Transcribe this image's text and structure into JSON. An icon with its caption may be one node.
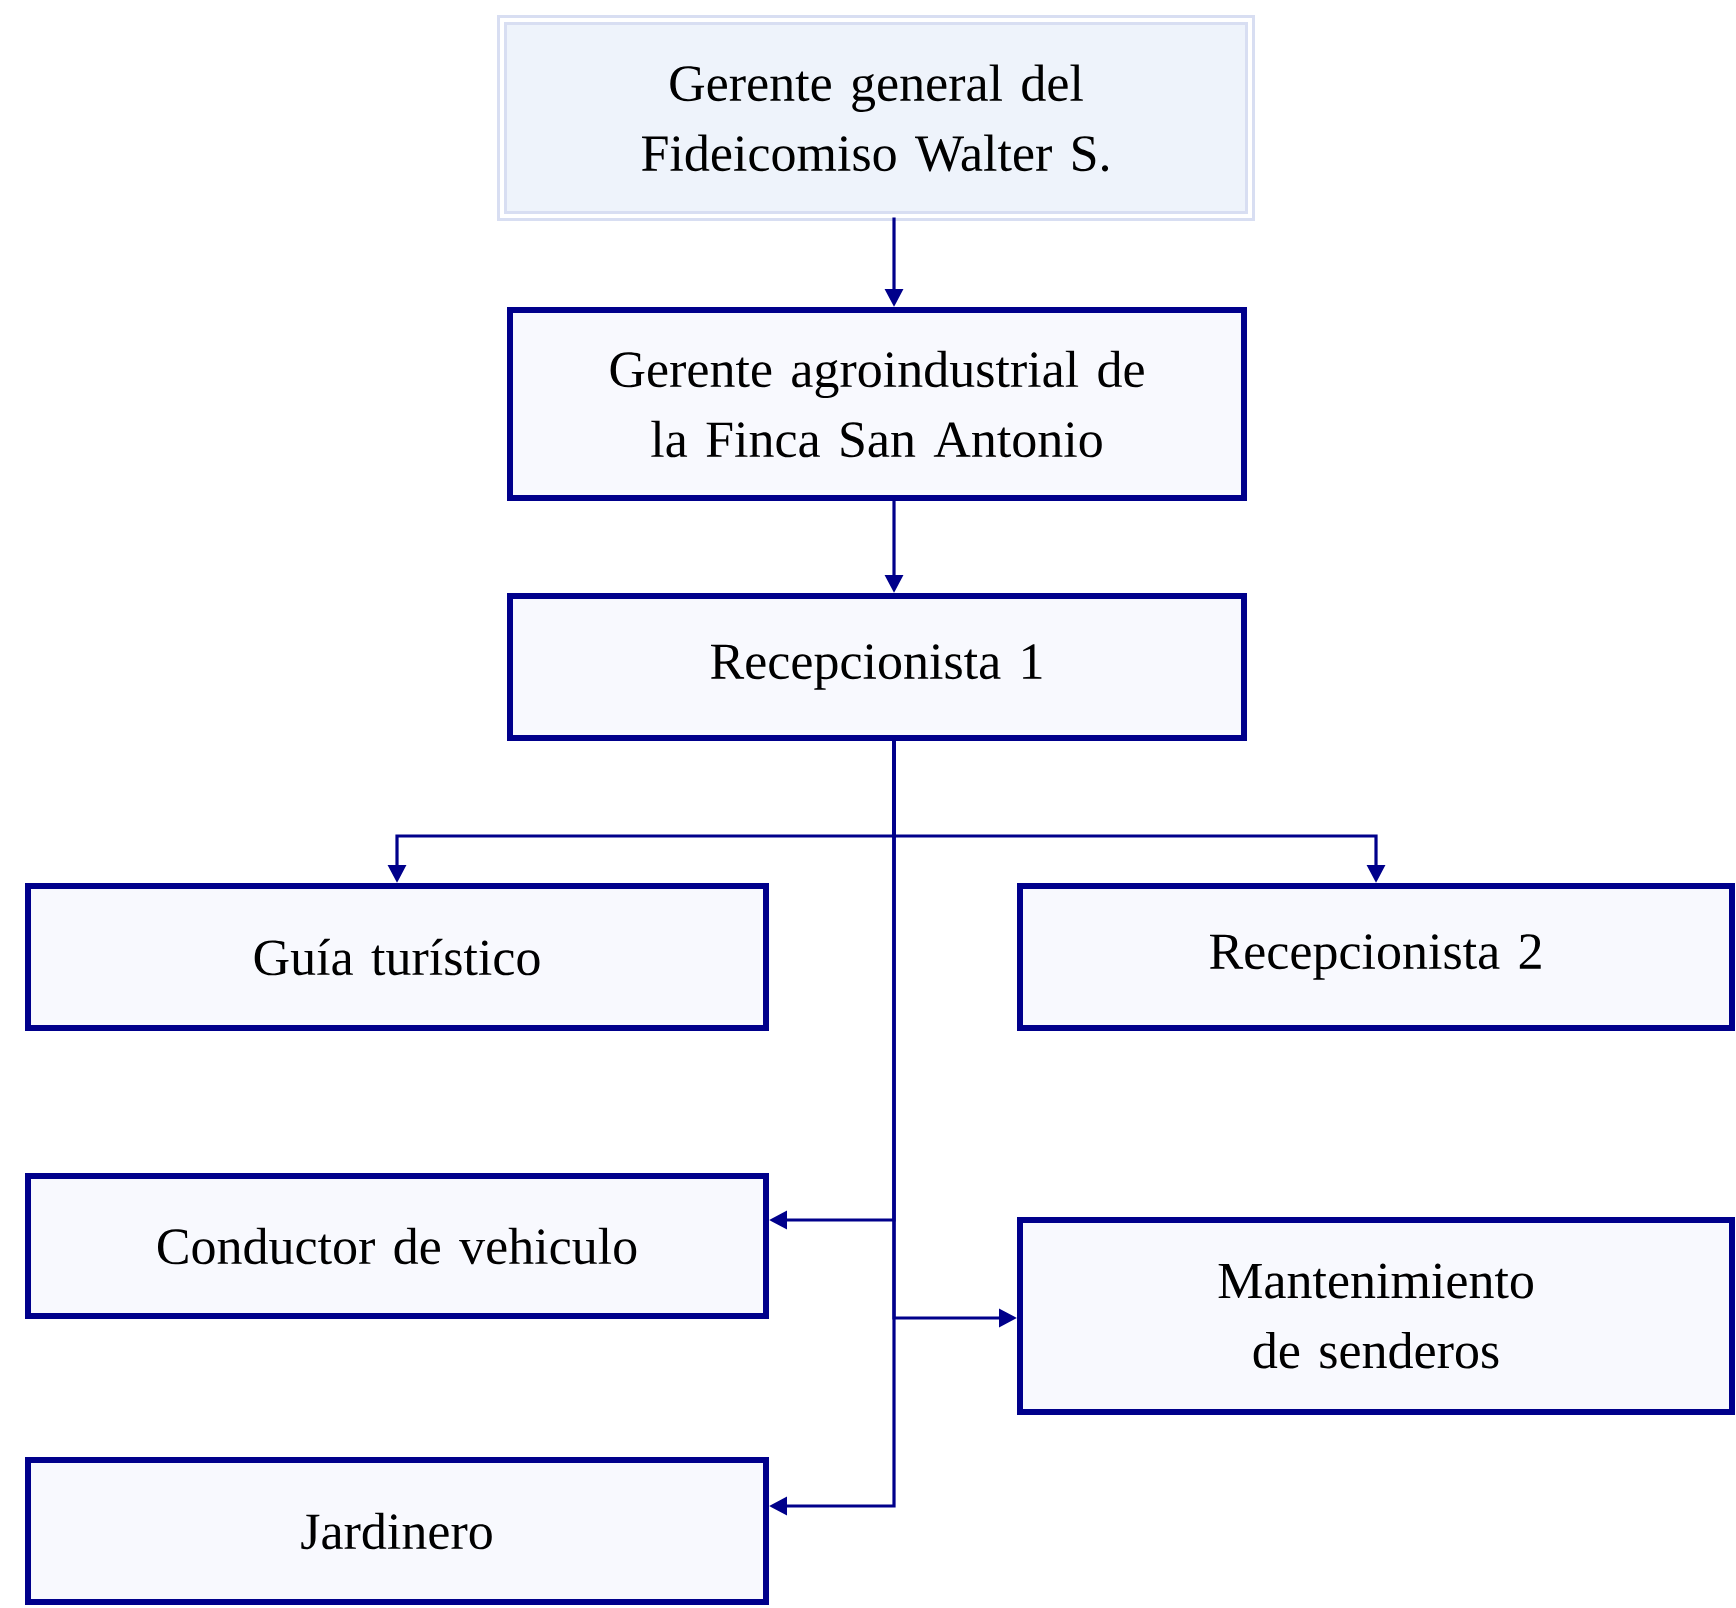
{
  "diagram": {
    "nodes": [
      {
        "text": [
          "Gerente general del Fideicomiso Walter S."
        ]
      },
      {
        "text": [
          "Gerente agroindustrial de la Finca San Antonio"
        ]
      },
      {
        "text": [
          "Recepcionista 1"
        ]
      },
      {
        "text": [
          "Guía turístico"
        ]
      },
      {
        "text": [
          "Recepcionista 2"
        ]
      },
      {
        "text": [
          "Conductor de vehiculo"
        ]
      },
      {
        "text": [
          "Mantenimiento de senderos"
        ]
      },
      {
        "text": [
          "Jardinero"
        ]
      }
    ],
    "edges": [
      {
        "from": 0,
        "to": 1,
        "arrow": "to"
      },
      {
        "from": 1,
        "to": 2,
        "arrow": "to"
      },
      {
        "from": 2,
        "to": 3,
        "arrow": "to"
      },
      {
        "from": 2,
        "to": 4,
        "arrow": "to"
      },
      {
        "from": 2,
        "to": 5,
        "arrow": "to"
      },
      {
        "from": 2,
        "to": 6,
        "arrow": "to"
      },
      {
        "from": 2,
        "to": 7,
        "arrow": "to"
      }
    ]
  }
}
